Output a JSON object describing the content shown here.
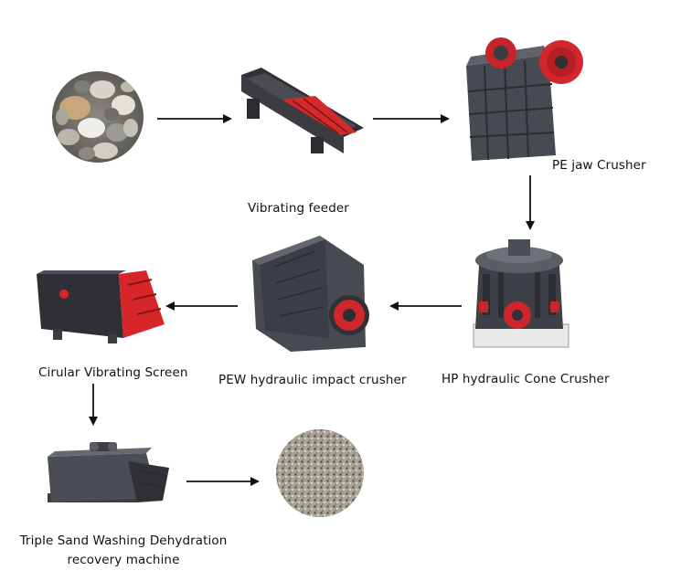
{
  "stages": {
    "vibrating_feeder": "Vibrating  feeder",
    "pe_jaw_crusher": "PE jaw  Crusher",
    "hp_cone_crusher": "HP hydraulic Cone Crusher",
    "pew_impact_crusher": "PEW  hydraulic  impact  crusher",
    "circular_screen": "Cirular Vibrating Screen",
    "sand_washing_line1": "Triple Sand Washing Dehydration",
    "sand_washing_line2": "recovery machine"
  },
  "colors": {
    "machine_dark": "#3b3d42",
    "machine_mid": "#5a5d63",
    "machine_red": "#d8262a",
    "arrow": "#111111"
  },
  "icons": {
    "raw_material": "river-pebbles-icon",
    "final_product": "crushed-sand-icon"
  }
}
